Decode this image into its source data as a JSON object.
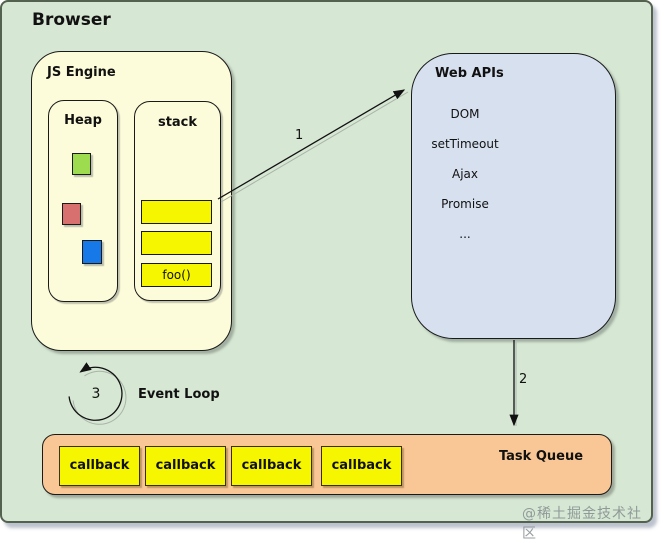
{
  "title": "Browser",
  "js_engine": {
    "label": "JS Engine",
    "heap": {
      "label": "Heap",
      "squares": [
        {
          "name": "green-object",
          "color": "#9edc4f"
        },
        {
          "name": "red-object",
          "color": "#d97070"
        },
        {
          "name": "blue-object",
          "color": "#1778e8"
        }
      ]
    },
    "stack": {
      "label": "stack",
      "frames": [
        "",
        "",
        "foo()"
      ]
    }
  },
  "web_apis": {
    "label": "Web APIs",
    "items": [
      "DOM",
      "setTimeout",
      "Ajax",
      "Promise",
      "..."
    ]
  },
  "arrows": {
    "stack_to_webapis": {
      "label": "1"
    },
    "webapis_to_queue": {
      "label": "2"
    }
  },
  "event_loop": {
    "step": "3",
    "label": "Event Loop"
  },
  "task_queue": {
    "label": "Task Queue",
    "callbacks": [
      "callback",
      "callback",
      "callback",
      "callback"
    ]
  },
  "watermark": "@稀土掘金技术社区",
  "colors": {
    "bg": "#d6e7d3",
    "frame-border": "#53614f",
    "engine-fill": "#fcfcda",
    "webapis-fill": "#d7e0ef",
    "queue-fill": "#f9c795",
    "item-yellow": "#f6f600",
    "heap-green": "#9edc4f",
    "heap-red": "#d97070",
    "heap-blue": "#1778e8"
  }
}
